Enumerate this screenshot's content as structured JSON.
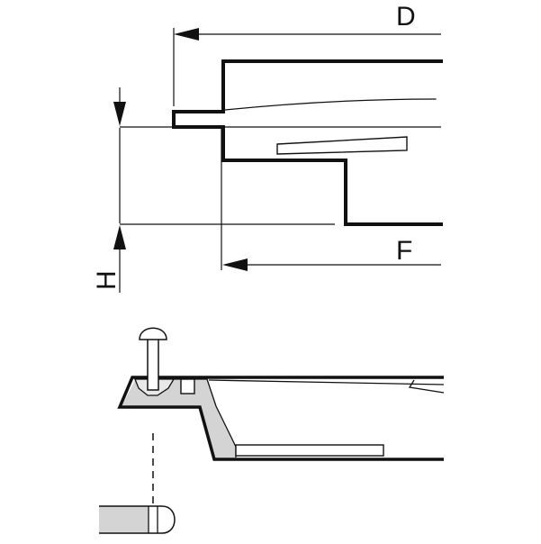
{
  "labels": {
    "d": "D",
    "f": "F",
    "h": "H"
  },
  "colors": {
    "line": "#111111",
    "fill_gray": "#d4d4d4",
    "background": "#ffffff"
  }
}
